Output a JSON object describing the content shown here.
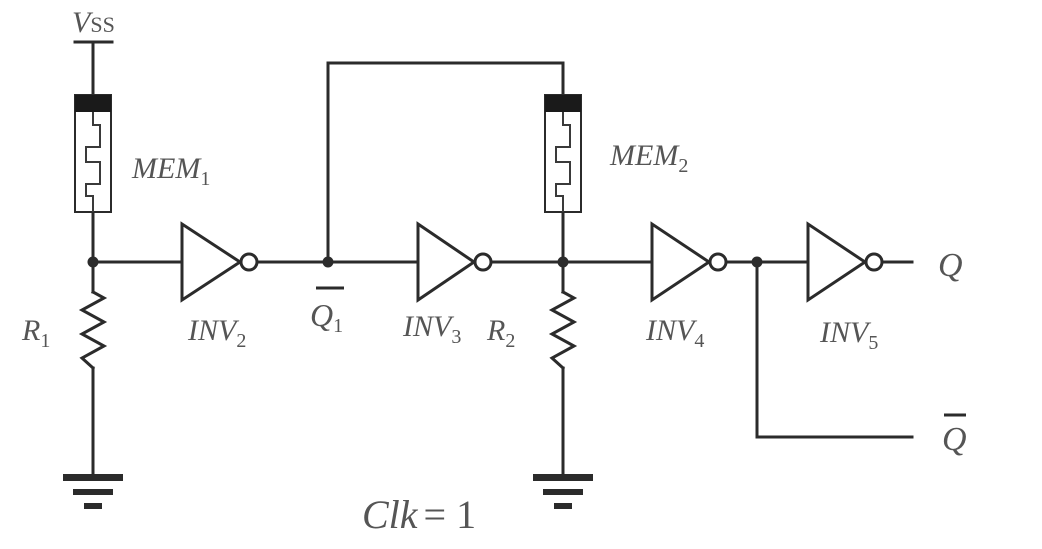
{
  "labels": {
    "vss_v": "V",
    "vss_sub": "SS",
    "mem1_main": "MEM",
    "mem1_sub": "1",
    "mem2_main": "MEM",
    "mem2_sub": "2",
    "r1_main": "R",
    "r1_sub": "1",
    "r2_main": "R",
    "r2_sub": "2",
    "inv2_main": "INV",
    "inv2_sub": "2",
    "inv3_main": "INV",
    "inv3_sub": "3",
    "inv4_main": "INV",
    "inv4_sub": "4",
    "inv5_main": "INV",
    "inv5_sub": "5",
    "q1bar_main": "Q",
    "q1bar_sub": "1",
    "q_out": "Q",
    "qbar_out": "Q",
    "clk": "Clk",
    "clk_value": "= 1"
  },
  "colors": {
    "wire": "#2b2b2b",
    "text": "#555555"
  }
}
